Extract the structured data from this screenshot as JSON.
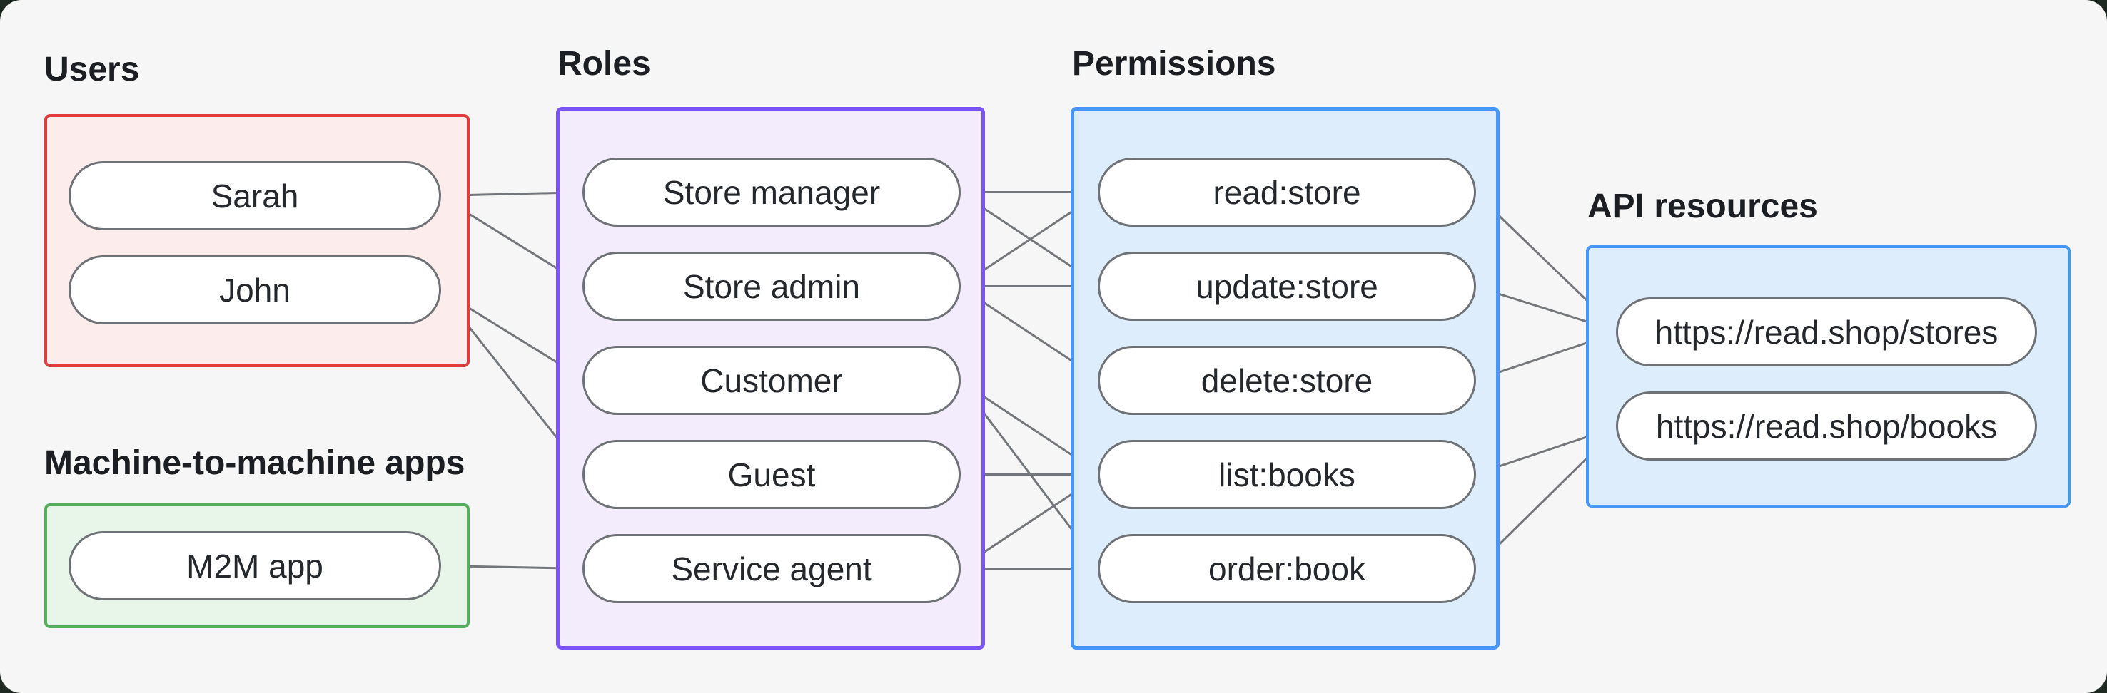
{
  "canvas": {
    "background_color": "#f5f6f5",
    "frame_background_color": "#1f2a23"
  },
  "groups": {
    "users": {
      "label": "Users",
      "border_color": "#e23c3c",
      "fill_color": "#fcecec",
      "items": [
        {
          "id": "sarah",
          "label": "Sarah"
        },
        {
          "id": "john",
          "label": "John"
        }
      ]
    },
    "m2m": {
      "label": "Machine-to-machine apps",
      "border_color": "#55ae5b",
      "fill_color": "#e8f5e9",
      "items": [
        {
          "id": "m2m-app",
          "label": "M2M app"
        }
      ]
    },
    "roles": {
      "label": "Roles",
      "border_color": "#7b55f7",
      "fill_color": "#f2ecfd",
      "items": [
        {
          "id": "store-manager",
          "label": "Store manager"
        },
        {
          "id": "store-admin",
          "label": "Store admin"
        },
        {
          "id": "customer",
          "label": "Customer"
        },
        {
          "id": "guest",
          "label": "Guest"
        },
        {
          "id": "service-agent",
          "label": "Service agent"
        }
      ]
    },
    "permissions": {
      "label": "Permissions",
      "border_color": "#4697f7",
      "fill_color": "#ddedfc",
      "items": [
        {
          "id": "read-store",
          "label": "read:store"
        },
        {
          "id": "update-store",
          "label": "update:store"
        },
        {
          "id": "delete-store",
          "label": "delete:store"
        },
        {
          "id": "list-books",
          "label": "list:books"
        },
        {
          "id": "order-book",
          "label": "order:book"
        }
      ]
    },
    "api_resources": {
      "label": "API resources",
      "border_color": "#4697f7",
      "fill_color": "#ddedfc",
      "items": [
        {
          "id": "stores-api",
          "label": "https://read.shop/stores"
        },
        {
          "id": "books-api",
          "label": "https://read.shop/books"
        }
      ]
    }
  },
  "edges": [
    [
      "sarah",
      "store-manager"
    ],
    [
      "sarah",
      "store-admin"
    ],
    [
      "john",
      "customer"
    ],
    [
      "john",
      "guest"
    ],
    [
      "m2m-app",
      "service-agent"
    ],
    [
      "store-manager",
      "read-store"
    ],
    [
      "store-manager",
      "update-store"
    ],
    [
      "store-admin",
      "read-store"
    ],
    [
      "store-admin",
      "update-store"
    ],
    [
      "store-admin",
      "delete-store"
    ],
    [
      "customer",
      "list-books"
    ],
    [
      "customer",
      "order-book"
    ],
    [
      "guest",
      "list-books"
    ],
    [
      "service-agent",
      "list-books"
    ],
    [
      "service-agent",
      "order-book"
    ],
    [
      "read-store",
      "stores-api"
    ],
    [
      "update-store",
      "stores-api"
    ],
    [
      "delete-store",
      "stores-api"
    ],
    [
      "list-books",
      "books-api"
    ],
    [
      "order-book",
      "books-api"
    ]
  ],
  "edge_style": {
    "line_color": "#73777b",
    "dot_color": "#6f7377"
  },
  "node_style": {
    "border_color": "#6e7276",
    "fill_color": "#ffffff"
  }
}
